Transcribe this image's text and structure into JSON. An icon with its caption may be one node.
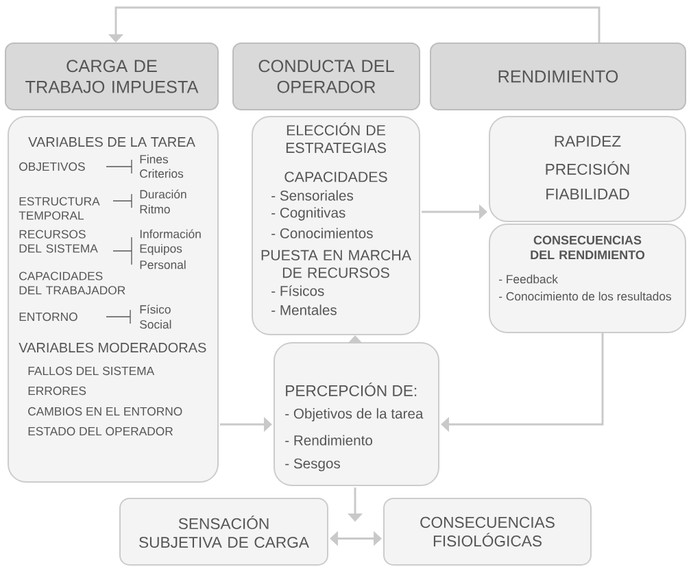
{
  "diagram": {
    "nodes": [
      {
        "text": [
          "CARGA DE TRABAJO IMPUESTA"
        ]
      },
      {
        "text": [
          "CONDUCTA DEL OPERADOR"
        ]
      },
      {
        "text": [
          "RENDIMIENTO"
        ]
      },
      {
        "text": [
          "VARIABLES DE LA TAREA",
          "OBJETIVOS",
          "Fines",
          "Criterios",
          "ESTRUCTURA TEMPORAL",
          "Duración",
          "Ritmo",
          "RECURSOS DEL SISTEMA",
          "Información",
          "Equipos",
          "Personal",
          "CAPACIDADES DEL TRABAJADOR",
          "ENTORNO",
          "Físico",
          "Social",
          "VARIABLES MODERADORAS",
          "FALLOS DEL SISTEMA",
          "ERRORES",
          "CAMBIOS EN EL ENTORNO",
          "ESTADO DEL OPERADOR"
        ]
      },
      {
        "text": [
          "ELECCIÓN DE ESTRATEGIAS",
          "CAPACIDADES",
          "- Sensoriales",
          "- Cognitivas",
          "- Conocimientos",
          "PUESTA EN MARCHA DE RECURSOS",
          "- Físicos",
          "- Mentales"
        ]
      },
      {
        "text": [
          "RAPIDEZ",
          "PRECISIÓN",
          "FIABILIDAD"
        ]
      },
      {
        "text": [
          "CONSECUENCIAS DEL RENDIMIENTO",
          "- Feedback",
          "- Conocimiento de los resultados"
        ]
      },
      {
        "text": [
          "PERCEPCIÓN DE:",
          "- Objetivos de la tarea",
          "- Rendimiento",
          "- Sesgos"
        ]
      },
      {
        "text": [
          "SENSACIÓN SUBJETIVA DE CARGA"
        ]
      },
      {
        "text": [
          "CONSECUENCIAS FISIOLÓGICAS"
        ]
      }
    ],
    "edges": [
      {
        "from": 2,
        "to": 0,
        "arrow": "to"
      },
      {
        "from": 3,
        "to": 7,
        "arrow": "to"
      },
      {
        "from": 7,
        "to": 4,
        "arrow": "to"
      },
      {
        "from": 4,
        "to": 5,
        "arrow": "to"
      },
      {
        "from": 6,
        "to": 7,
        "arrow": "to"
      },
      {
        "from": 7,
        "to": null,
        "arrow": "to"
      },
      {
        "from": 8,
        "to": 9,
        "arrow": "both"
      }
    ]
  }
}
